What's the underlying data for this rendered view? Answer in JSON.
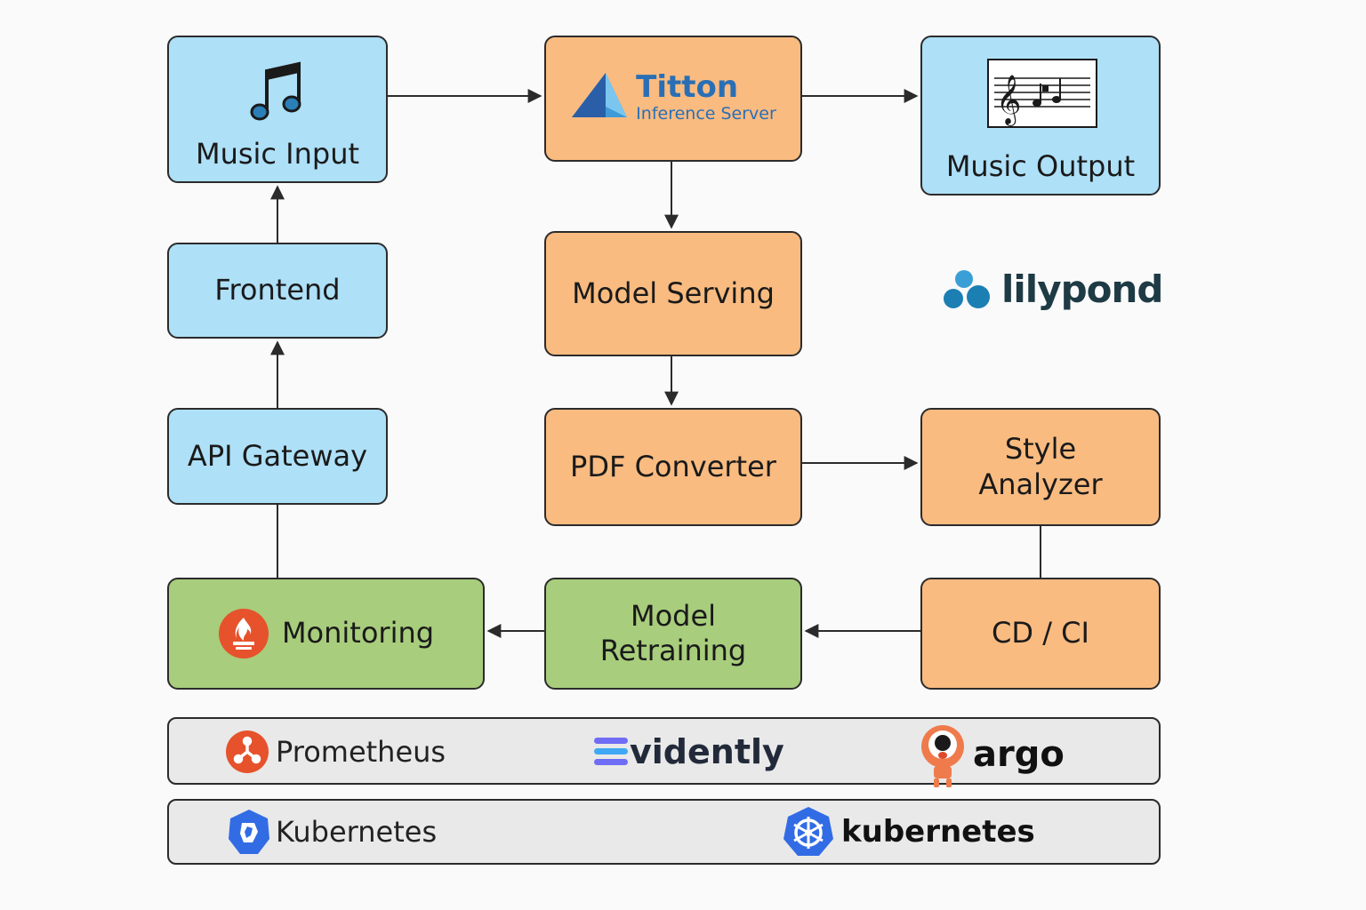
{
  "nodes": {
    "music_input": "Music Input",
    "frontend": "Frontend",
    "api_gateway": "API Gateway",
    "monitoring": "Monitoring",
    "triton_name": "Titton",
    "triton_sub": "Inference Server",
    "model_serving": "Model Serving",
    "pdf_converter": "PDF Converter",
    "model_retraining_1": "Model",
    "model_retraining_2": "Retraining",
    "music_output": "Music Output",
    "style_analyzer_1": "Style",
    "style_analyzer_2": "Analyzer",
    "cdci": "CD / CI"
  },
  "logos": {
    "lilypond": "lilypond",
    "prometheus": "Prometheus",
    "evidently": "vidently",
    "argo": "argo",
    "kubernetes_1": "Kubernetes",
    "kubernetes_2": "kubernetes"
  },
  "colors": {
    "frontend_blue": "#aee0f7",
    "serving_orange": "#f9bb80",
    "ml_green": "#a8cd7c",
    "tools_grey": "#e9e9e9",
    "prometheus": "#e6522c",
    "kubernetes": "#326ce5",
    "lilypond": "#1b7fb3",
    "triton": "#2a6fb5"
  },
  "icons": [
    "music-note-icon",
    "sheet-music-icon",
    "triton-logo-icon",
    "lilypond-logo-icon",
    "prometheus-icon",
    "evidently-icon",
    "argo-icon",
    "kubernetes-icon",
    "kubernetes-wheel-icon"
  ]
}
